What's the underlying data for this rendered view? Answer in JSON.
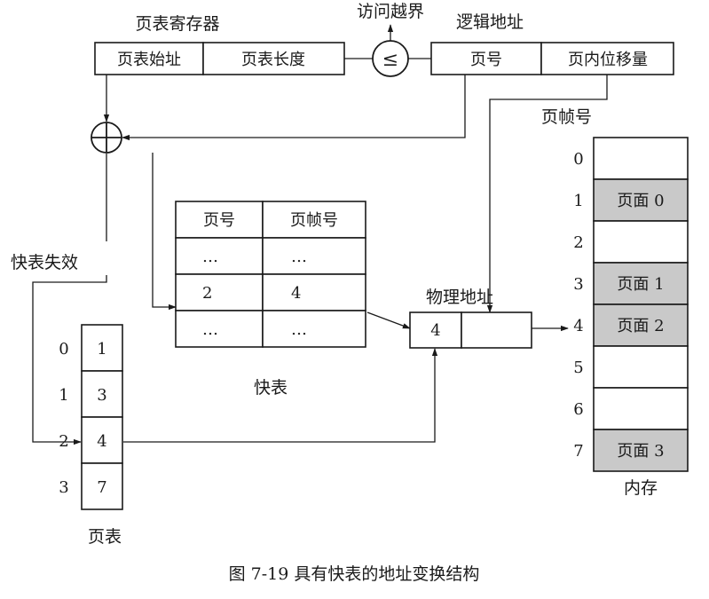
{
  "register": {
    "title": "页表寄存器",
    "base": "页表始址",
    "length": "页表长度"
  },
  "compare": {
    "symbol": "≤",
    "overflow": "访问越界"
  },
  "logical_address": {
    "title": "逻辑地址",
    "page_no": "页号",
    "offset": "页内位移量"
  },
  "frame_no_label": "页帧号",
  "tlb_miss_label": "快表失效",
  "tlb": {
    "caption": "快表",
    "header": [
      "页号",
      "页帧号"
    ],
    "rows": [
      [
        "…",
        "…"
      ],
      [
        "2",
        "4"
      ],
      [
        "…",
        "…"
      ]
    ]
  },
  "physical_address": {
    "title": "物理地址",
    "frame": "4",
    "offset": ""
  },
  "page_table": {
    "caption": "页表",
    "indices": [
      "0",
      "1",
      "2",
      "3"
    ],
    "frames": [
      "1",
      "3",
      "4",
      "7"
    ]
  },
  "memory": {
    "caption": "内存",
    "indices": [
      "0",
      "1",
      "2",
      "3",
      "4",
      "5",
      "6",
      "7"
    ],
    "blocks": [
      "",
      "页面 0",
      "",
      "页面 1",
      "页面 2",
      "",
      "",
      "页面 3"
    ],
    "shaded": [
      false,
      true,
      false,
      true,
      true,
      false,
      false,
      true
    ]
  },
  "figure_caption": "图 7-19    具有快表的地址变换结构"
}
